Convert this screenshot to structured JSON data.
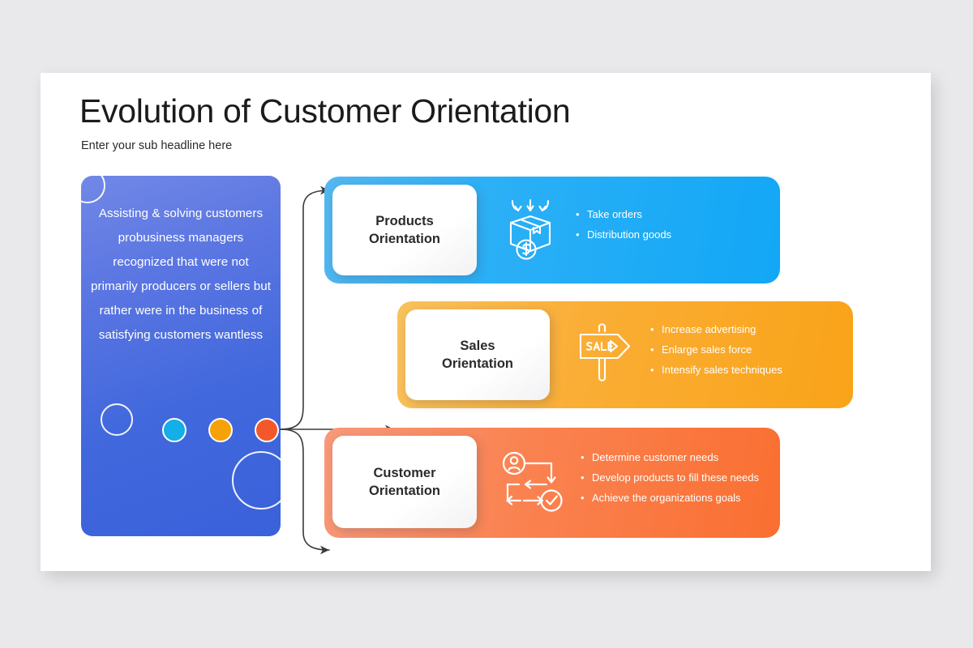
{
  "slide": {
    "title": "Evolution of Customer Orientation",
    "subtitle": "Enter your sub headline here"
  },
  "intro_panel": {
    "text": "Assisting & solving customers probusiness managers recognized that were not primarily producers or sellers but rather were in the business of satisfying customers wantless",
    "decor": {
      "dot_cyan_color": "#14AEE8",
      "dot_amber_color": "#F5A208",
      "dot_orange_color": "#F4582A",
      "gradient_from": "#7188E6",
      "gradient_to": "#3A61DA"
    }
  },
  "rows": [
    {
      "id": "products",
      "label": "Products\nOrientation",
      "label_line1": "Products",
      "label_line2": "Orientation",
      "icon": "package-box-dollar-icon",
      "accent_from": "#55B7EF",
      "accent_to": "#12A7F6",
      "bullets": [
        "Take orders",
        "Distribution goods"
      ]
    },
    {
      "id": "sales",
      "label": "Sales\nOrientation",
      "label_line1": "Sales",
      "label_line2": "Orientation",
      "icon": "sale-signpost-icon",
      "accent_from": "#F9C25C",
      "accent_to": "#F9A318",
      "bullets": [
        "Increase advertising",
        "Enlarge sales force",
        "Intensify sales techniques"
      ]
    },
    {
      "id": "customer",
      "label": "Customer\nOrientation",
      "label_line1": "Customer",
      "label_line2": "Orientation",
      "icon": "customer-process-check-icon",
      "accent_from": "#F79979",
      "accent_to": "#FA6F31",
      "bullets": [
        "Determine customer needs",
        "Develop products to fill these needs",
        "Achieve the organizations goals"
      ]
    }
  ],
  "bullet_marker": "•",
  "connector": {
    "color": "#3A3A3A",
    "description": "branching arrows from intro panel to three rows"
  }
}
